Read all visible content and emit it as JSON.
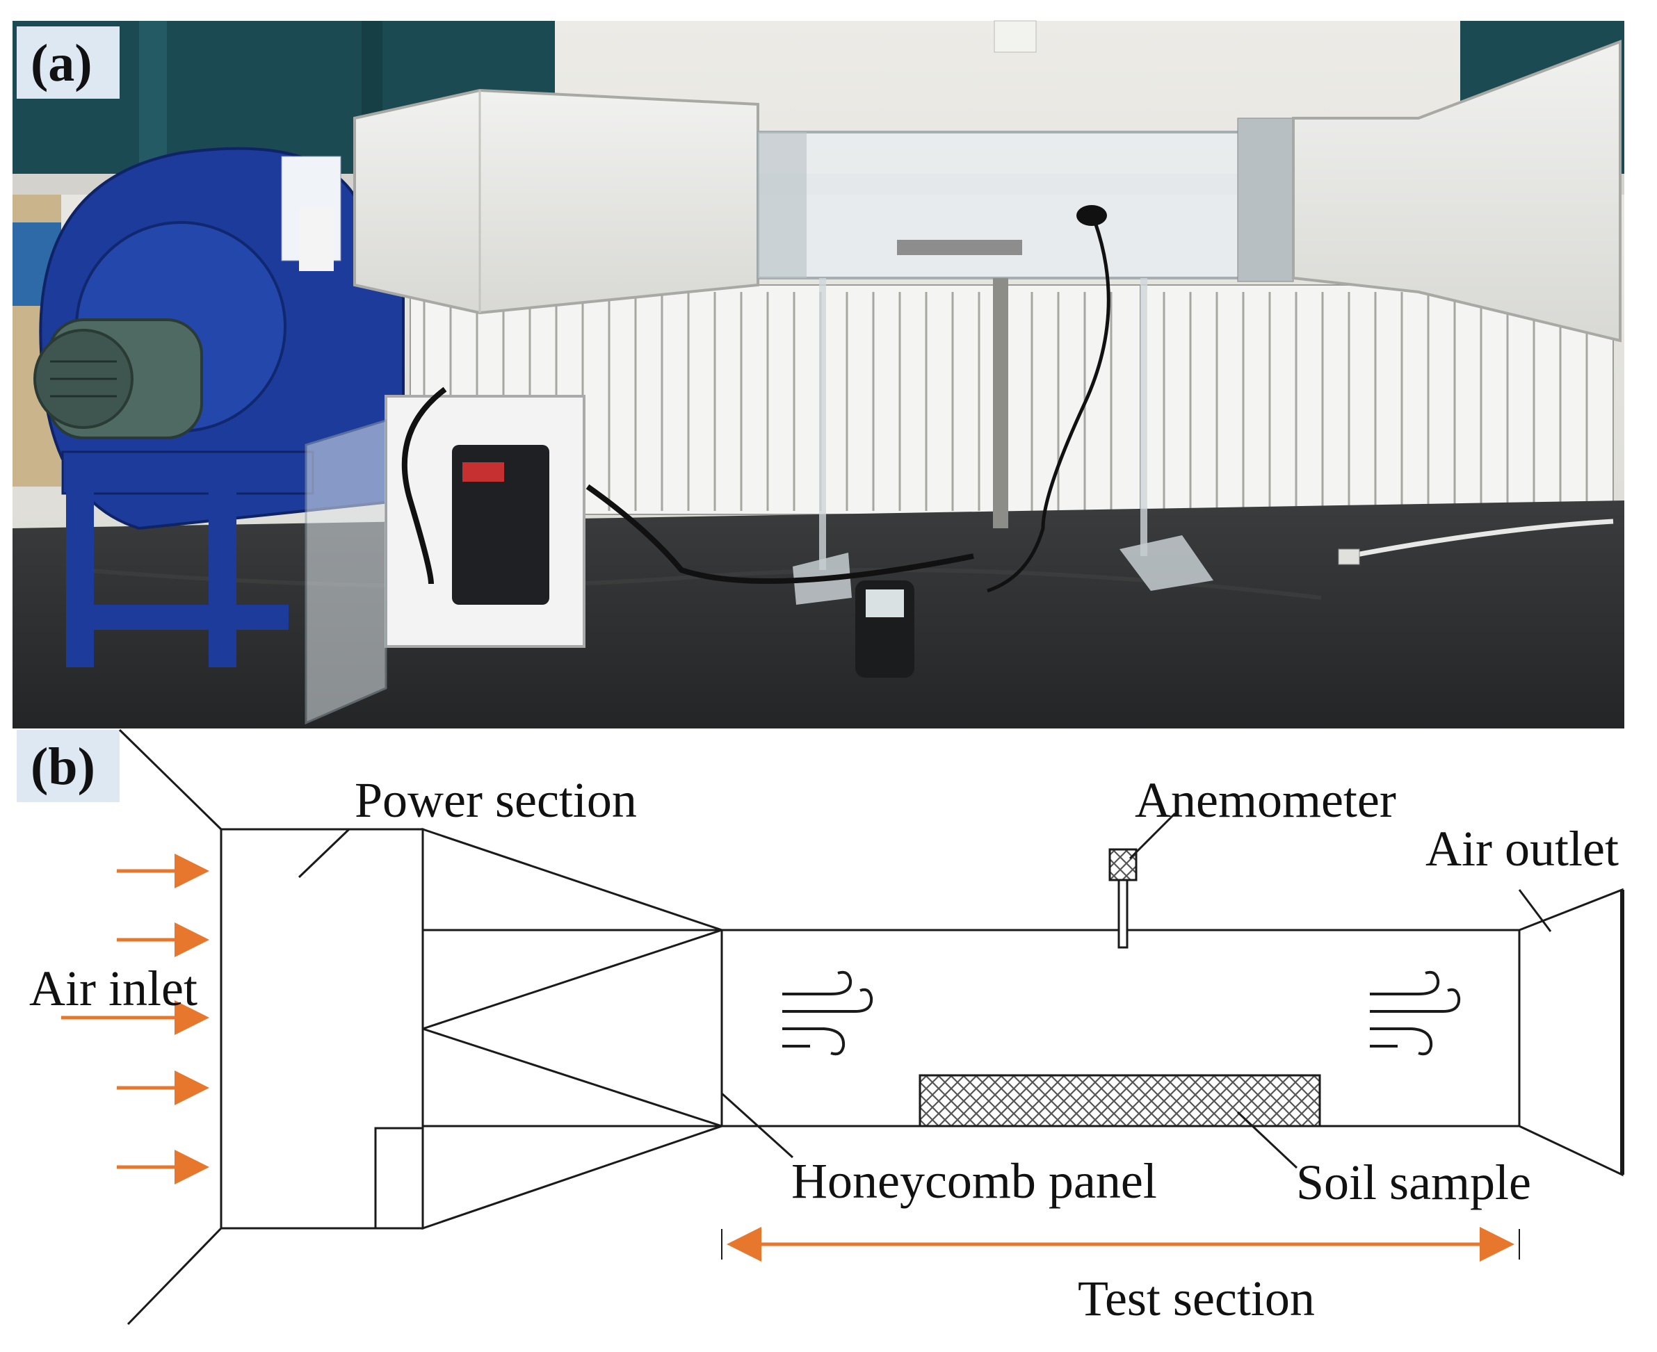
{
  "panels": [
    {
      "letter": "(a)"
    },
    {
      "letter": "(b)"
    }
  ],
  "photo": {
    "sky_wall": "#e9e7e2",
    "curtain": "#1c4a52",
    "blower": "#1c3b9a",
    "motor": "#4f6a62",
    "duct": "#e7e8e5",
    "bench": "#2f3133"
  },
  "labels": {
    "power_section": "Power section",
    "air_inlet": "Air inlet",
    "anemometer": "Anemometer",
    "air_outlet": "Air outlet",
    "honeycomb_panel": "Honeycomb panel",
    "soil_sample": "Soil sample",
    "test_section": "Test section"
  },
  "colors": {
    "flow_arrow": "#e8772e",
    "line": "#1a1a1a",
    "label_tab": "#dde8f3"
  },
  "icons": {
    "wind": "wind-icon"
  }
}
